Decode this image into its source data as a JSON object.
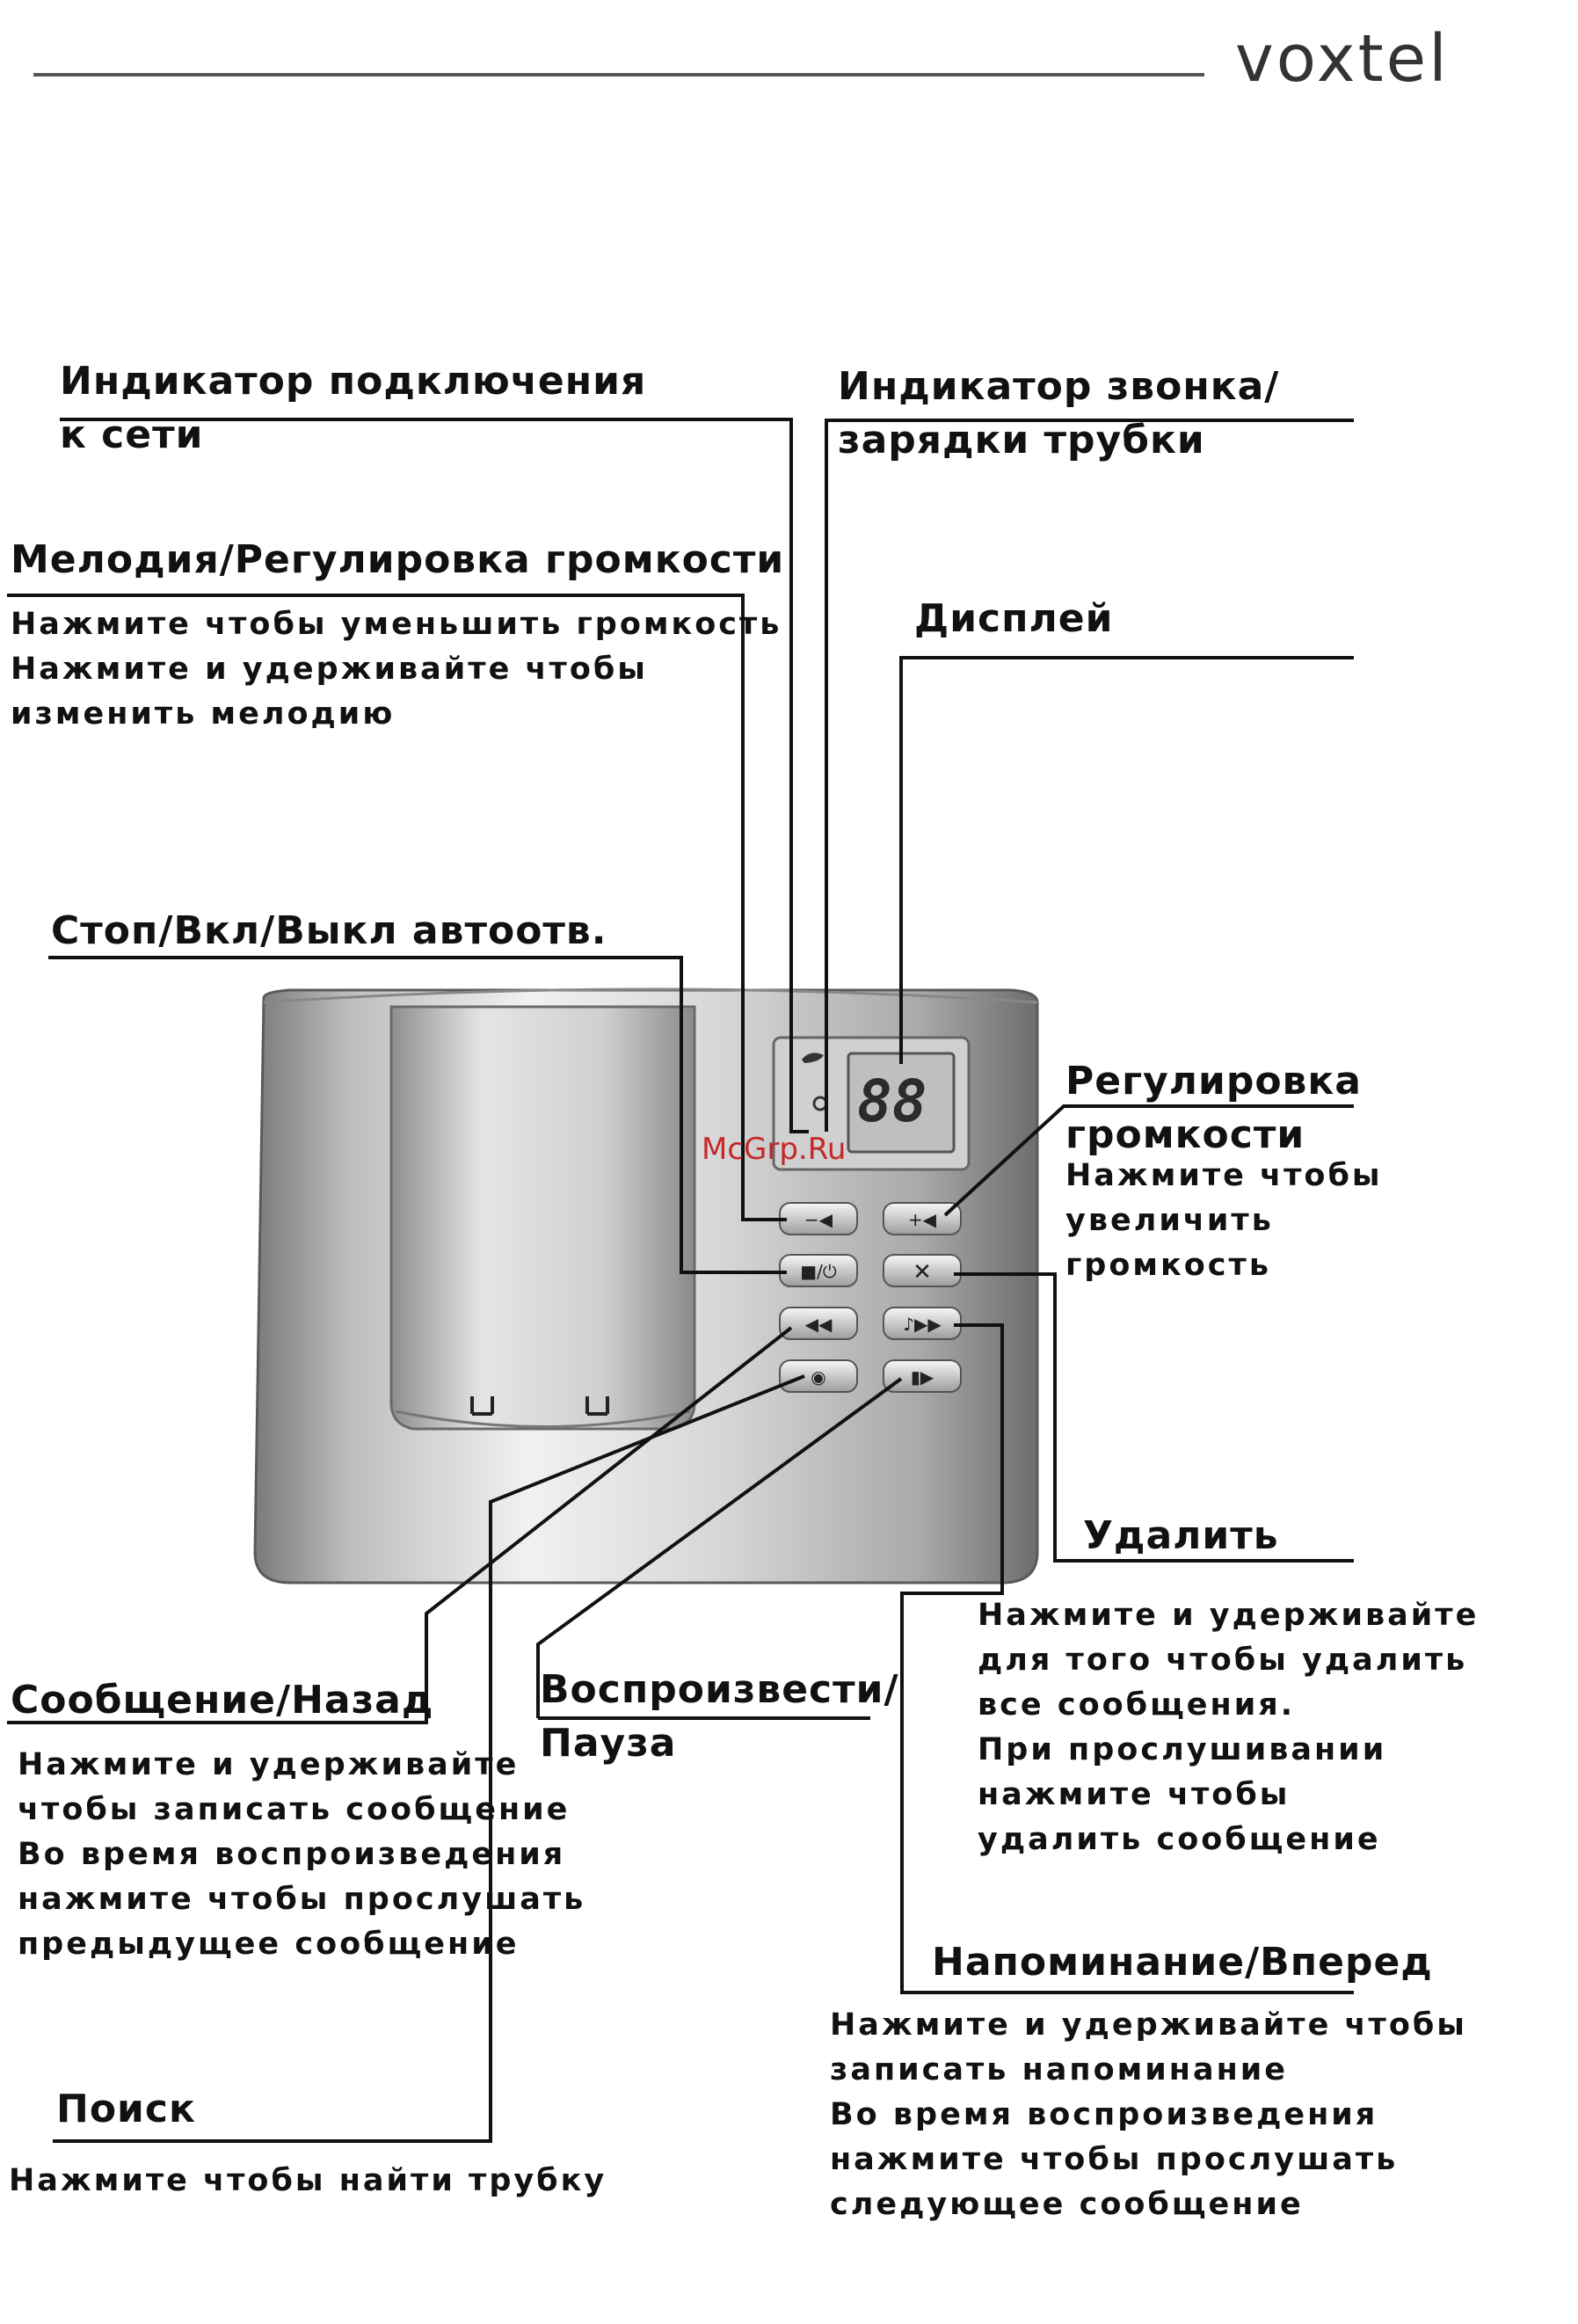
{
  "brand": "voxtel",
  "watermark": "McGrp.Ru",
  "display_digits": "88",
  "labels": {
    "network_indicator": [
      "Индикатор подключения",
      "к сети"
    ],
    "ring_indicator": [
      "Индикатор звонка/",
      "зарядки трубки"
    ],
    "melody_volume": {
      "title": "Мелодия/Регулировка громкости",
      "lines": [
        "Нажмите чтобы уменьшить громкость",
        "Нажмите и удерживайте чтобы",
        "изменить мелодию"
      ]
    },
    "display": "Дисплей",
    "stop_onoff": "Стоп/Вкл/Выкл автоотв.",
    "volume_up": {
      "title": [
        "Регулировка",
        "громкости"
      ],
      "lines": [
        "Нажмите чтобы",
        "увеличить",
        "громкость"
      ]
    },
    "delete": {
      "title": "Удалить",
      "lines": [
        "Нажмите и удерживайте",
        "для того чтобы удалить",
        "все сообщения.",
        "При прослушивании",
        "нажмите чтобы",
        "удалить сообщение"
      ]
    },
    "message_back": {
      "title": "Сообщение/Назад",
      "lines": [
        "Нажмите и удерживайте",
        "чтобы записать сообщение",
        "Во время воспроизведения",
        "нажмите чтобы прослушать",
        "предыдущее сообщение"
      ]
    },
    "play_pause": [
      "Воспроизвести/",
      "Пауза"
    ],
    "memo_forward": {
      "title": "Напоминание/Вперед",
      "lines": [
        "Нажмите и удерживайте чтобы",
        "записать напоминание",
        "Во время воспроизведения",
        "нажмите чтобы прослушать",
        "следующее сообщение"
      ]
    },
    "search": {
      "title": "Поиск",
      "lines": [
        "Нажмите чтобы найти трубку"
      ]
    }
  }
}
